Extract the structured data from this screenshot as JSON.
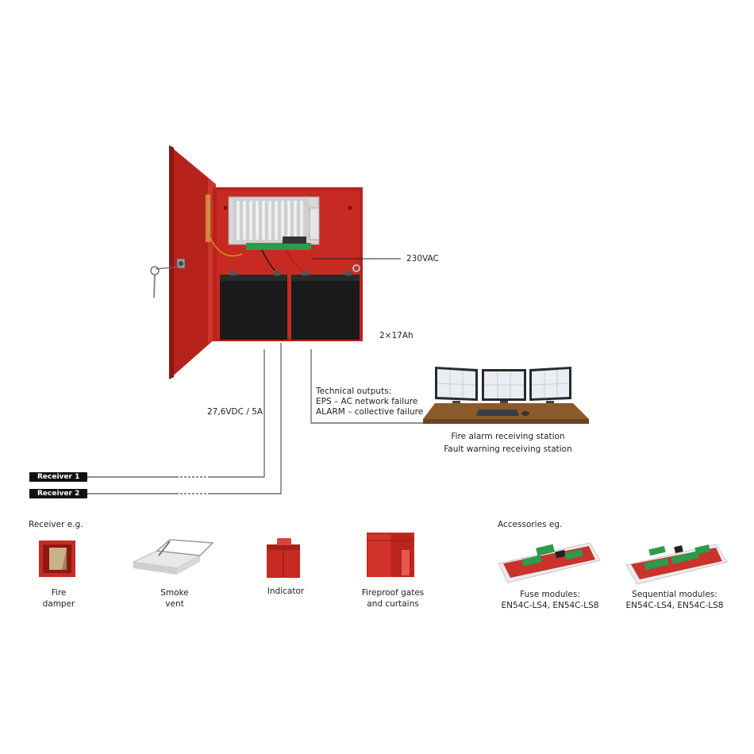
{
  "psu": {
    "mains_label": "230VAC",
    "battery_label": "2×17Ah",
    "output_label": "27,6VDC / 5A"
  },
  "technical_outputs": {
    "lines": [
      "Technical outputs:",
      "EPS – AC network failure",
      "ALARM – collective failure"
    ]
  },
  "station": {
    "lines": [
      "Fire alarm receiving station",
      "Fault warning receiving station"
    ]
  },
  "receivers": {
    "tags": [
      "Receiver 1",
      "Receiver 2"
    ],
    "heading": "Receiver e.g.",
    "items": [
      {
        "lines": [
          "Fire",
          "damper"
        ]
      },
      {
        "lines": [
          "Smoke",
          "vent"
        ]
      },
      {
        "lines": [
          "Indicator"
        ]
      },
      {
        "lines": [
          "Fireproof gates",
          "and curtains"
        ]
      }
    ]
  },
  "accessories": {
    "heading": "Accessories eg.",
    "items": [
      {
        "lines": [
          "Fuse modules:",
          "EN54C-LS4, EN54C-LS8"
        ]
      },
      {
        "lines": [
          "Sequential modules:",
          "EN54C-LS4, EN54C-LS8"
        ]
      }
    ]
  },
  "colors": {
    "enclosure_red": "#c62a22",
    "battery_black": "#1a1a1a",
    "desk_wood": "#8b5a2b",
    "pcb_red": "#c8332c",
    "terminal_green": "#2e9a4a"
  }
}
